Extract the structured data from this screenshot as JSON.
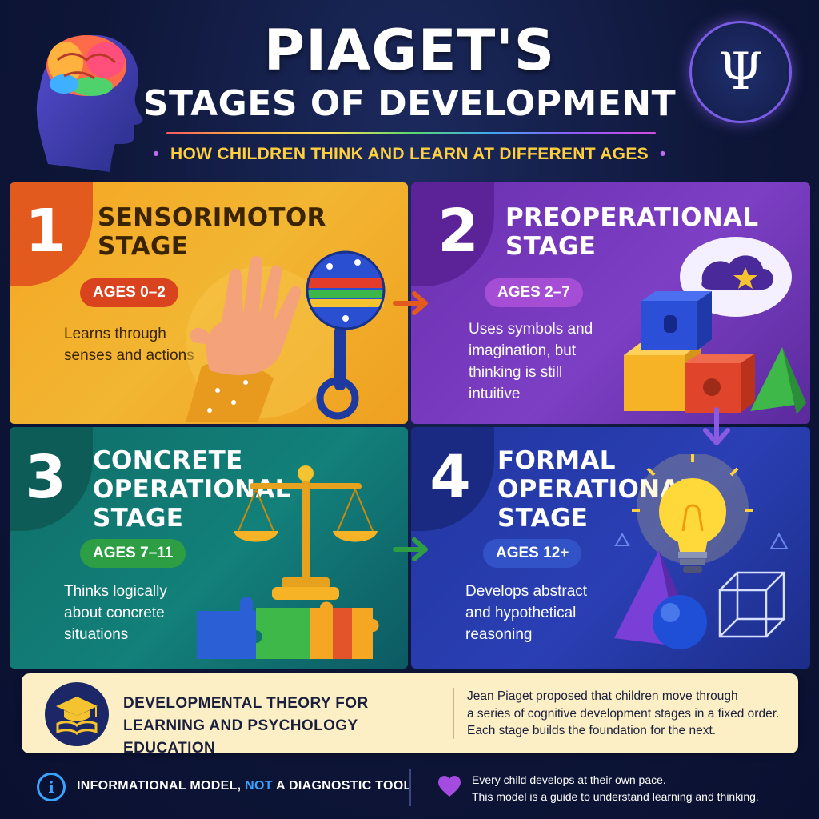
{
  "header": {
    "title_line1": "PIAGET'S",
    "title_line2": "STAGES OF DEVELOPMENT",
    "tagline": "HOW CHILDREN THINK AND LEARN AT DIFFERENT AGES",
    "psi_symbol": "Ψ"
  },
  "stages": [
    {
      "number": "1",
      "title_line1": "SENSORIMOTOR",
      "title_line2": "STAGE",
      "title_line3": "",
      "ages": "AGES 0–2",
      "description_lines": [
        "Learns through",
        "senses and actions"
      ],
      "illustration": "baby-hand-rattle"
    },
    {
      "number": "2",
      "title_line1": "PREOPERATIONAL",
      "title_line2": "STAGE",
      "title_line3": "",
      "ages": "AGES 2–7",
      "description_lines": [
        "Uses symbols and",
        "imagination, but",
        "thinking is still",
        "intuitive"
      ],
      "illustration": "toy-blocks-thought-bubble"
    },
    {
      "number": "3",
      "title_line1": "CONCRETE",
      "title_line2": "OPERATIONAL",
      "title_line3": "STAGE",
      "ages": "AGES 7–11",
      "description_lines": [
        "Thinks logically",
        "about concrete",
        "situations"
      ],
      "illustration": "balance-scale-puzzle"
    },
    {
      "number": "4",
      "title_line1": "FORMAL",
      "title_line2": "OPERATIONAL",
      "title_line3": "STAGE",
      "ages": "AGES 12+",
      "description_lines": [
        "Develops abstract",
        "and hypothetical",
        "reasoning"
      ],
      "illustration": "lightbulb-geometry"
    }
  ],
  "band": {
    "title_line1": "DEVELOPMENTAL THEORY FOR",
    "title_line2": "LEARNING AND PSYCHOLOGY EDUCATION",
    "text_lines": [
      "Jean Piaget proposed that children move through",
      "a series of cognitive development stages in a fixed order.",
      "Each stage builds the foundation for the next."
    ],
    "icon": "graduation-cap-book-icon"
  },
  "footer": {
    "left_part1": "INFORMATIONAL MODEL, ",
    "left_highlight": "NOT",
    "left_part2": " A DIAGNOSTIC TOOL",
    "right_line1": "Every child develops at their own pace.",
    "right_line2": "This model is a guide to understand learning and thinking.",
    "info_icon_glyph": "i"
  },
  "colors": {
    "stage1": "#f5a623",
    "stage2": "#7d3fc4",
    "stage3": "#13807a",
    "stage4": "#2a3fb4",
    "tagline": "#ffcf3d",
    "accent_blue": "#3ba3ff"
  }
}
